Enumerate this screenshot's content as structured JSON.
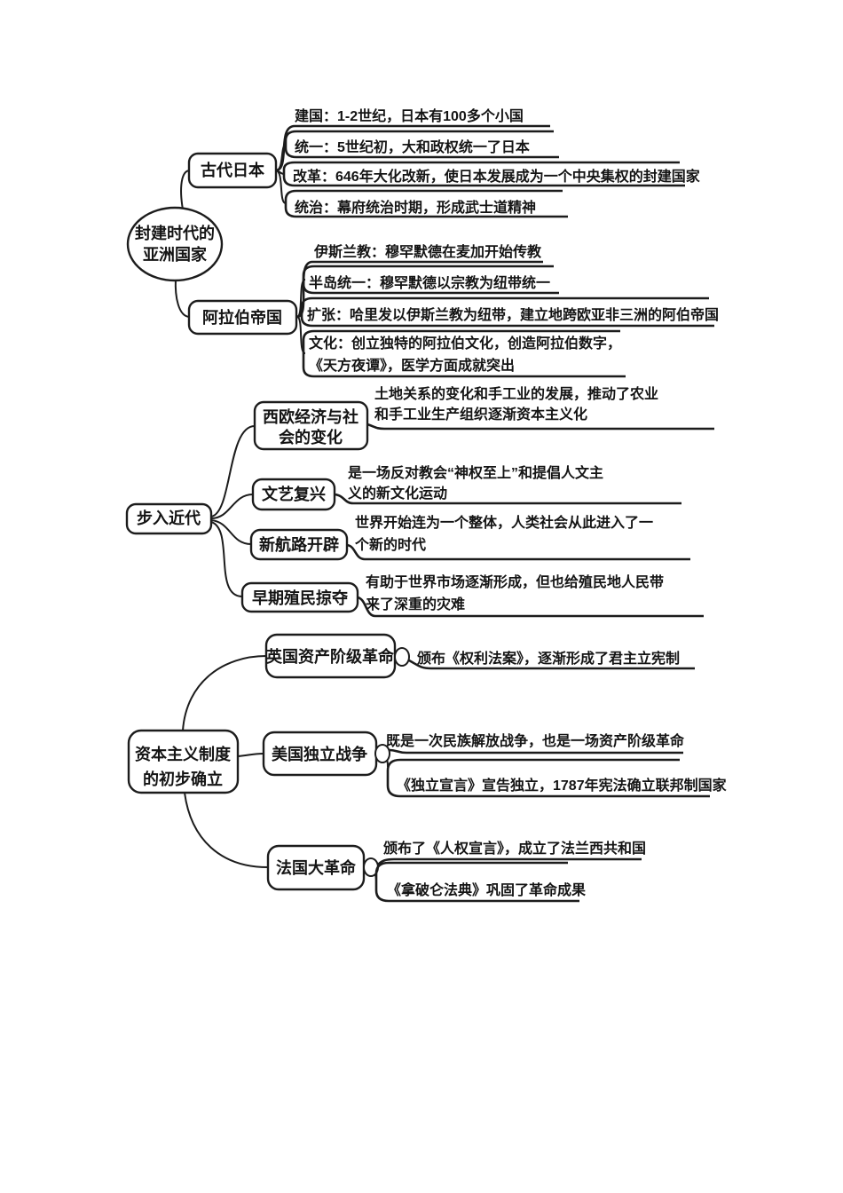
{
  "page": {
    "background": "#ffffff",
    "ink": "#1c1c1c",
    "title": "历史思维导图"
  },
  "sections": [
    {
      "root": {
        "label_lines": [
          "封建时代的",
          "亚洲国家"
        ]
      },
      "branches": [
        {
          "label_lines": [
            "古代日本"
          ],
          "leaves": [
            {
              "lines": [
                "建国：1-2世纪，日本有100多个小国"
              ]
            },
            {
              "lines": [
                "统一：5世纪初，大和政权统一了日本"
              ]
            },
            {
              "lines": [
                "改革：646年大化改新，使日本发展成为一个中央集权的封建国家"
              ]
            },
            {
              "lines": [
                "统治：幕府统治时期，形成武士道精神"
              ]
            }
          ]
        },
        {
          "label_lines": [
            "阿拉伯帝国"
          ],
          "leaves": [
            {
              "lines": [
                "伊斯兰教：穆罕默德在麦加开始传教"
              ]
            },
            {
              "lines": [
                "半岛统一：穆罕默德以宗教为纽带统一"
              ]
            },
            {
              "lines": [
                "扩张：哈里发以伊斯兰教为纽带，建立地跨欧亚非三洲的阿伯帝国"
              ]
            },
            {
              "lines": [
                "文化：创立独特的阿拉伯文化，创造阿拉伯数字，",
                "《天方夜谭》，医学方面成就突出"
              ]
            }
          ]
        }
      ]
    },
    {
      "root": {
        "label_lines": [
          "步入近代"
        ]
      },
      "branches": [
        {
          "label_lines": [
            "西欧经济与社",
            "会的变化"
          ],
          "leaves": [
            {
              "lines": [
                "土地关系的变化和手工业的发展，推动了农业",
                "和手工业生产组织逐渐资本主义化"
              ]
            }
          ]
        },
        {
          "label_lines": [
            "文艺复兴"
          ],
          "leaves": [
            {
              "lines": [
                "是一场反对教会“神权至上”和提倡人文主",
                "义的新文化运动"
              ]
            }
          ]
        },
        {
          "label_lines": [
            "新航路开辟"
          ],
          "leaves": [
            {
              "lines": [
                "世界开始连为一个整体，人类社会从此进入了一",
                "个新的时代"
              ]
            }
          ]
        },
        {
          "label_lines": [
            "早期殖民掠夺"
          ],
          "leaves": [
            {
              "lines": [
                "有助于世界市场逐渐形成，但也给殖民地人民带",
                "来了深重的灾难"
              ]
            }
          ]
        }
      ]
    },
    {
      "root": {
        "label_lines": [
          "资本主义制度",
          "的初步确立"
        ]
      },
      "branches": [
        {
          "label_lines": [
            "英国资产阶级革命"
          ],
          "leaves": [
            {
              "lines": [
                "颁布《权利法案》，逐渐形成了君主立宪制"
              ]
            }
          ]
        },
        {
          "label_lines": [
            "美国独立战争"
          ],
          "leaves": [
            {
              "lines": [
                "既是一次民族解放战争，也是一场资产阶级革命"
              ]
            },
            {
              "lines": [
                "《独立宣言》宣告独立，1787年宪法确立联邦制国家"
              ]
            }
          ]
        },
        {
          "label_lines": [
            "法国大革命"
          ],
          "leaves": [
            {
              "lines": [
                "颁布了《人权宣言》，成立了法兰西共和国"
              ]
            },
            {
              "lines": [
                "《拿破仑法典》巩固了革命成果"
              ]
            }
          ]
        }
      ]
    }
  ]
}
